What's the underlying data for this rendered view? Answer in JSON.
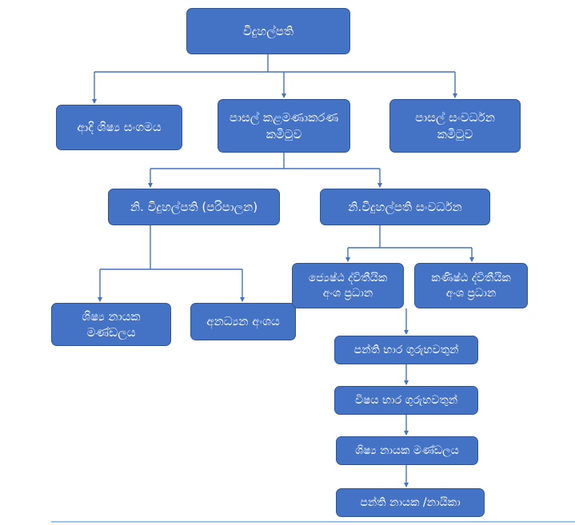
{
  "theme": {
    "page_bg": "#ffffff",
    "box_fill": "#4472C4",
    "box_border": "#2F5597",
    "box_text": "#ffffff",
    "connector": "#4472C4",
    "bottom_line": "#9DC3E6"
  },
  "diagram": {
    "type": "org-chart",
    "nodes": {
      "principal": {
        "label": "විදුහල්පති"
      },
      "alumni": {
        "label": "ආදි ශිෂ්‍ය සංගමය"
      },
      "management_committee": {
        "label": "පාසල් කළමණාකරණ කමිටුව"
      },
      "development_committee": {
        "label": "පාසල් සංවර්ධන කමිටුව"
      },
      "deputy_admin": {
        "label": "නි. විදුහල්පති (පරිපාලන)"
      },
      "deputy_development": {
        "label": "නි.විදුහල්පති සංවර්ධන"
      },
      "prefect_board": {
        "label": "ශිෂ්‍ය නායක මණ්ඩලය"
      },
      "non_academic": {
        "label": "අනධ්‍යන අංශය"
      },
      "senior_secondary": {
        "label": "ජ්‍යෙෂ්ඨ ද්විතීයික අංශ ප්‍රධාන"
      },
      "junior_secondary": {
        "label": "කණිෂ්ඨ ද්විතීයික අංශ ප්‍රධාන"
      },
      "class_teachers": {
        "label": "පන්ති භාර ගුරුභවතුන්"
      },
      "subject_teachers": {
        "label": "විෂය භාර ගුරුභවතුන්"
      },
      "prefect_board_2": {
        "label": "ශිෂ්‍ය නායක මණ්ඩලය"
      },
      "class_leaders": {
        "label": "පන්ති නායක /නායිකා"
      }
    },
    "edges": [
      {
        "from": "principal",
        "to": "alumni"
      },
      {
        "from": "principal",
        "to": "management_committee"
      },
      {
        "from": "principal",
        "to": "development_committee"
      },
      {
        "from": "management_committee",
        "to": "deputy_admin"
      },
      {
        "from": "management_committee",
        "to": "deputy_development"
      },
      {
        "from": "deputy_admin",
        "to": "prefect_board"
      },
      {
        "from": "deputy_admin",
        "to": "non_academic"
      },
      {
        "from": "deputy_development",
        "to": "senior_secondary"
      },
      {
        "from": "deputy_development",
        "to": "junior_secondary"
      },
      {
        "from": "senior_secondary",
        "to": "class_teachers"
      },
      {
        "from": "class_teachers",
        "to": "subject_teachers"
      },
      {
        "from": "subject_teachers",
        "to": "prefect_board_2"
      },
      {
        "from": "prefect_board_2",
        "to": "class_leaders"
      }
    ]
  }
}
